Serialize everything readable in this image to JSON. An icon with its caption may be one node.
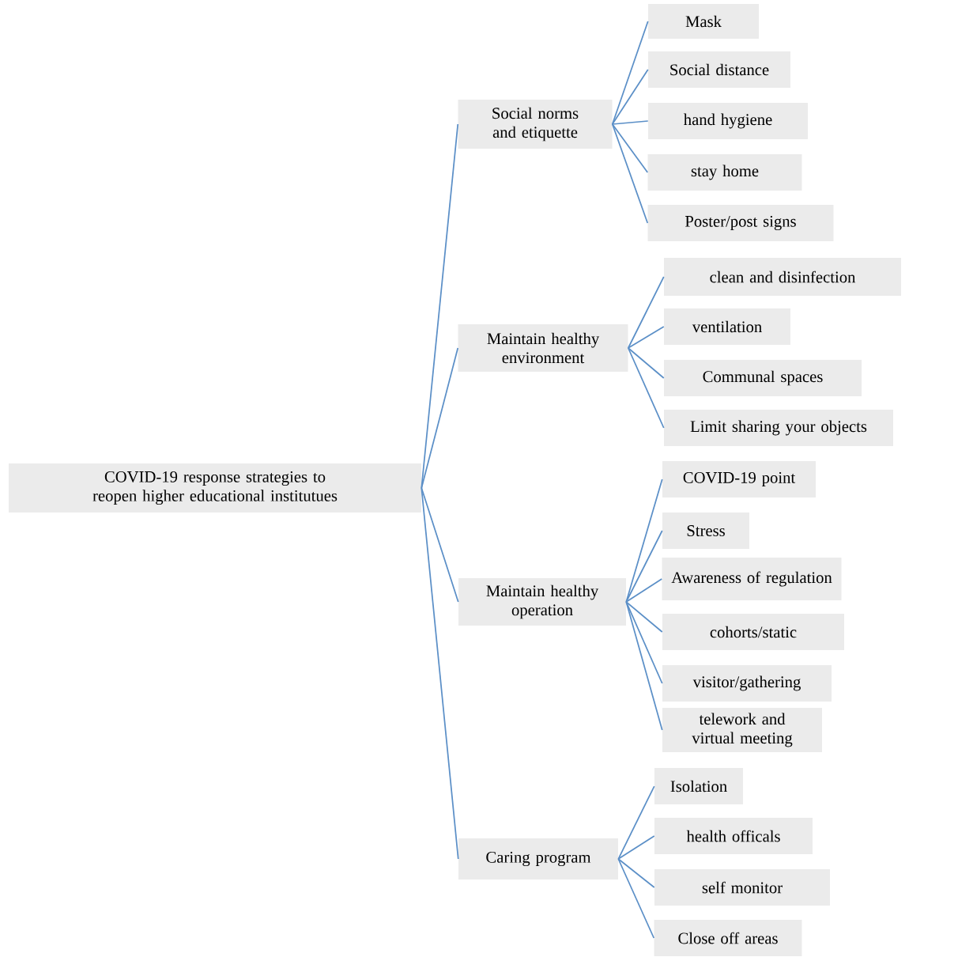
{
  "diagram": {
    "nodes": [
      {
        "text": [
          "COVID-19 response strategies to reopen higher educational institutues"
        ]
      },
      {
        "text": [
          "Social norms and etiquette"
        ]
      },
      {
        "text": [
          "Mask"
        ]
      },
      {
        "text": [
          "Social distance"
        ]
      },
      {
        "text": [
          "hand hygiene"
        ]
      },
      {
        "text": [
          "stay home"
        ]
      },
      {
        "text": [
          "Poster/post signs"
        ]
      },
      {
        "text": [
          "Maintain healthy environment"
        ]
      },
      {
        "text": [
          "clean and disinfection"
        ]
      },
      {
        "text": [
          "ventilation"
        ]
      },
      {
        "text": [
          "Communal spaces"
        ]
      },
      {
        "text": [
          "Limit sharing your objects"
        ]
      },
      {
        "text": [
          "Maintain healthy operation"
        ]
      },
      {
        "text": [
          "COVID-19 point"
        ]
      },
      {
        "text": [
          "Stress"
        ]
      },
      {
        "text": [
          "Awareness of regulation"
        ]
      },
      {
        "text": [
          "cohorts/static"
        ]
      },
      {
        "text": [
          "visitor/gathering"
        ]
      },
      {
        "text": [
          "telework and virtual meeting"
        ]
      },
      {
        "text": [
          "Caring program"
        ]
      },
      {
        "text": [
          "Isolation"
        ]
      },
      {
        "text": [
          "health officals"
        ]
      },
      {
        "text": [
          "self monitor"
        ]
      },
      {
        "text": [
          "Close off areas"
        ]
      }
    ],
    "edges": [
      {
        "from": 0,
        "to": 1,
        "arrow": "none"
      },
      {
        "from": 0,
        "to": 7,
        "arrow": "none"
      },
      {
        "from": 0,
        "to": 12,
        "arrow": "none"
      },
      {
        "from": 0,
        "to": 19,
        "arrow": "none"
      },
      {
        "from": 1,
        "to": 2,
        "arrow": "none"
      },
      {
        "from": 1,
        "to": 3,
        "arrow": "none"
      },
      {
        "from": 1,
        "to": 4,
        "arrow": "none"
      },
      {
        "from": 1,
        "to": 5,
        "arrow": "none"
      },
      {
        "from": 1,
        "to": 6,
        "arrow": "none"
      },
      {
        "from": 7,
        "to": 8,
        "arrow": "none"
      },
      {
        "from": 7,
        "to": 9,
        "arrow": "none"
      },
      {
        "from": 7,
        "to": 10,
        "arrow": "none"
      },
      {
        "from": 7,
        "to": 11,
        "arrow": "none"
      },
      {
        "from": 12,
        "to": 13,
        "arrow": "none"
      },
      {
        "from": 12,
        "to": 14,
        "arrow": "none"
      },
      {
        "from": 12,
        "to": 15,
        "arrow": "none"
      },
      {
        "from": 12,
        "to": 16,
        "arrow": "none"
      },
      {
        "from": 12,
        "to": 17,
        "arrow": "none"
      },
      {
        "from": 12,
        "to": 18,
        "arrow": "none"
      },
      {
        "from": 19,
        "to": 20,
        "arrow": "none"
      },
      {
        "from": 19,
        "to": 21,
        "arrow": "none"
      },
      {
        "from": 19,
        "to": 22,
        "arrow": "none"
      },
      {
        "from": 19,
        "to": 23,
        "arrow": "none"
      }
    ]
  }
}
